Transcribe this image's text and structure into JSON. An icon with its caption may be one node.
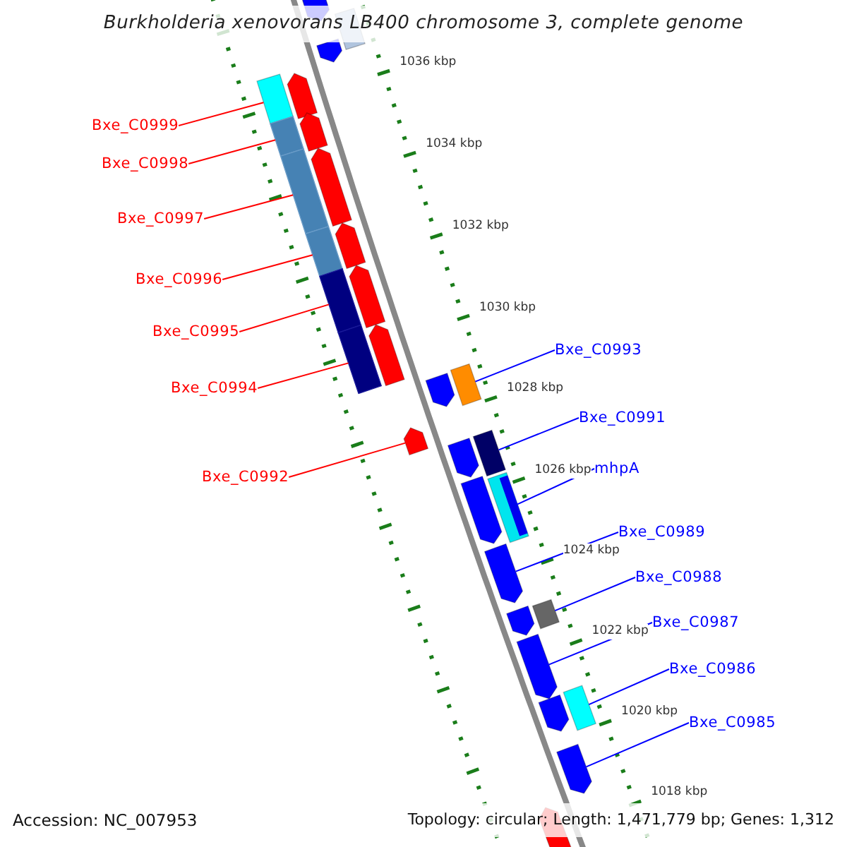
{
  "diagram": {
    "title": "Burkholderia xenovorans LB400 chromosome 3, complete genome",
    "nodes": [
      {
        "text": [
          "Bxe_C0999"
        ]
      },
      {
        "text": [
          "Bxe_C0998"
        ]
      },
      {
        "text": [
          "Bxe_C0997"
        ]
      },
      {
        "text": [
          "Bxe_C0996"
        ]
      },
      {
        "text": [
          "Bxe_C0995"
        ]
      },
      {
        "text": [
          "Bxe_C0994"
        ]
      },
      {
        "text": [
          "Bxe_C0992"
        ]
      },
      {
        "text": [],
        "shape": "box"
      },
      {
        "text": [],
        "shape": "box"
      },
      {
        "text": [],
        "shape": "box"
      },
      {
        "text": [],
        "shape": "box"
      },
      {
        "text": [],
        "shape": "box"
      },
      {
        "text": [],
        "shape": "box"
      },
      {
        "text": [],
        "shape": "arrow"
      },
      {
        "text": [
          "Bxe_C0993"
        ]
      },
      {
        "text": [
          "Bxe_C0991"
        ]
      },
      {
        "text": [
          "mhpA"
        ]
      },
      {
        "text": [
          "Bxe_C0989"
        ]
      },
      {
        "text": [
          "Bxe_C0988"
        ]
      },
      {
        "text": [
          "Bxe_C0987"
        ]
      },
      {
        "text": [
          "Bxe_C0986"
        ]
      },
      {
        "text": [
          "Bxe_C0985"
        ]
      },
      {
        "text": [],
        "shape": "box"
      },
      {
        "text": [],
        "shape": "box"
      },
      {
        "text": [],
        "shape": "box"
      },
      {
        "text": [],
        "shape": "arrow"
      },
      {
        "text": [],
        "shape": "box"
      },
      {
        "text": [],
        "shape": "arrow"
      },
      {
        "text": [],
        "shape": "box"
      },
      {
        "text": [],
        "shape": "arrow"
      }
    ],
    "edges": [
      {
        "from": 0,
        "to": 7,
        "arrow": "none",
        "color": "#ff0000"
      },
      {
        "from": 1,
        "to": 8,
        "arrow": "none",
        "color": "#ff0000"
      },
      {
        "from": 2,
        "to": 9,
        "arrow": "none",
        "color": "#ff0000"
      },
      {
        "from": 3,
        "to": 10,
        "arrow": "none",
        "color": "#ff0000"
      },
      {
        "from": 4,
        "to": 11,
        "arrow": "none",
        "color": "#ff0000"
      },
      {
        "from": 5,
        "to": 12,
        "arrow": "none",
        "color": "#ff0000"
      },
      {
        "from": 6,
        "to": 13,
        "arrow": "none",
        "color": "#ff0000"
      },
      {
        "from": 14,
        "to": 22,
        "arrow": "none",
        "color": "#0000ff"
      },
      {
        "from": 15,
        "to": 23,
        "arrow": "none",
        "color": "#0000ff"
      },
      {
        "from": 16,
        "to": 24,
        "arrow": "none",
        "color": "#0000ff"
      },
      {
        "from": 17,
        "to": 25,
        "arrow": "none",
        "color": "#0000ff"
      },
      {
        "from": 18,
        "to": 26,
        "arrow": "none",
        "color": "#0000ff"
      },
      {
        "from": 19,
        "to": 27,
        "arrow": "none",
        "color": "#0000ff"
      },
      {
        "from": 20,
        "to": 28,
        "arrow": "none",
        "color": "#0000ff"
      },
      {
        "from": 21,
        "to": 29,
        "arrow": "none",
        "color": "#0000ff"
      }
    ],
    "labels": [
      "1036 kbp",
      "1034 kbp",
      "1032 kbp",
      "1030 kbp",
      "1028 kbp",
      "1026 kbp",
      "1024 kbp",
      "1022 kbp",
      "1020 kbp",
      "1018 kbp",
      "Accession: NC_007953",
      "Topology: circular; Length: 1,471,779 bp; Genes: 1,312"
    ]
  }
}
